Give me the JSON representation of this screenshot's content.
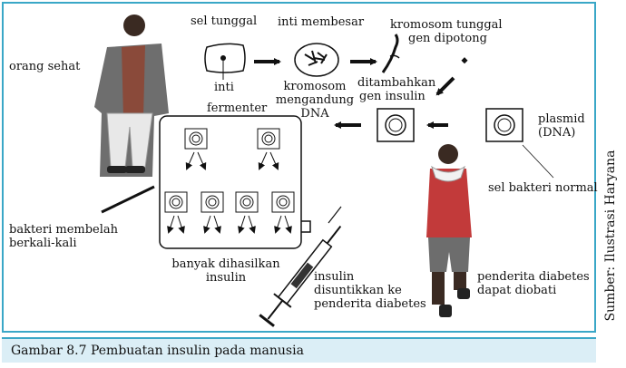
{
  "labels": {
    "orang_sehat": "orang sehat",
    "sel_tunggal": "sel tunggal",
    "inti": "inti",
    "inti_membesar": "inti membesar",
    "kromosom_dna": [
      "kromosom",
      "mengandung",
      "DNA"
    ],
    "kromosom_tunggal": [
      "kromosom tunggal",
      "gen dipotong"
    ],
    "ditambahkan": [
      "ditambahkan",
      "gen insulin"
    ],
    "plasmid": [
      "plasmid",
      "(DNA)"
    ],
    "fermenter": "fermenter",
    "sel_bakteri_normal": "sel bakteri normal",
    "bakteri_membelah": [
      "bakteri membelah",
      "berkali-kali"
    ],
    "banyak_insulin": [
      "banyak dihasilkan",
      "insulin"
    ],
    "insulin_disuntikkan": [
      "insulin",
      "disuntikkan ke",
      "penderita diabetes"
    ],
    "penderita_diobati": [
      "penderita diabetes",
      "dapat diobati"
    ]
  },
  "caption": "Gambar 8.7 Pembuatan insulin pada manusia",
  "credit": "Sumber: Ilustrasi Haryana",
  "colors": {
    "frame": "#3aa7c7",
    "caption_bg": "#dbeef6",
    "ink": "#111111"
  }
}
